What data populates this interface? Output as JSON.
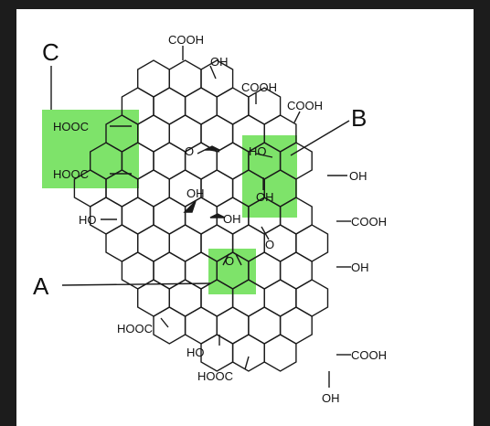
{
  "labels": {
    "A": "A",
    "B": "B",
    "C": "C"
  },
  "groups": {
    "cooh": "COOH",
    "hooc": "HOOC",
    "oh": "OH",
    "ho": "HO",
    "o": "O"
  },
  "colors": {
    "highlight": "#7ee36a",
    "bond": "#1a1a1a",
    "frame": "#1c1c1c",
    "panel": "#ffffff"
  }
}
